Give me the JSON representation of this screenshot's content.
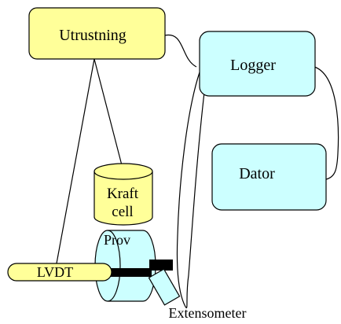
{
  "nodes": {
    "utrustning": {
      "label": "Utrustning",
      "fill": "#ffff99"
    },
    "logger": {
      "label": "Logger",
      "fill": "#ccffff"
    },
    "dator": {
      "label": "Dator",
      "fill": "#ccffff"
    },
    "kraftcell": {
      "label_line1": "Kraft",
      "label_line2": "cell",
      "fill": "#ffff99"
    },
    "prov": {
      "label": "Prov",
      "fill": "#ccffff"
    },
    "lvdt": {
      "label": "LVDT",
      "fill": "#ffff99"
    },
    "extensometer": {
      "label": "Extensometer",
      "fill": "#ccffff"
    }
  },
  "colors": {
    "stroke": "#000000",
    "background": "#ffffff"
  }
}
